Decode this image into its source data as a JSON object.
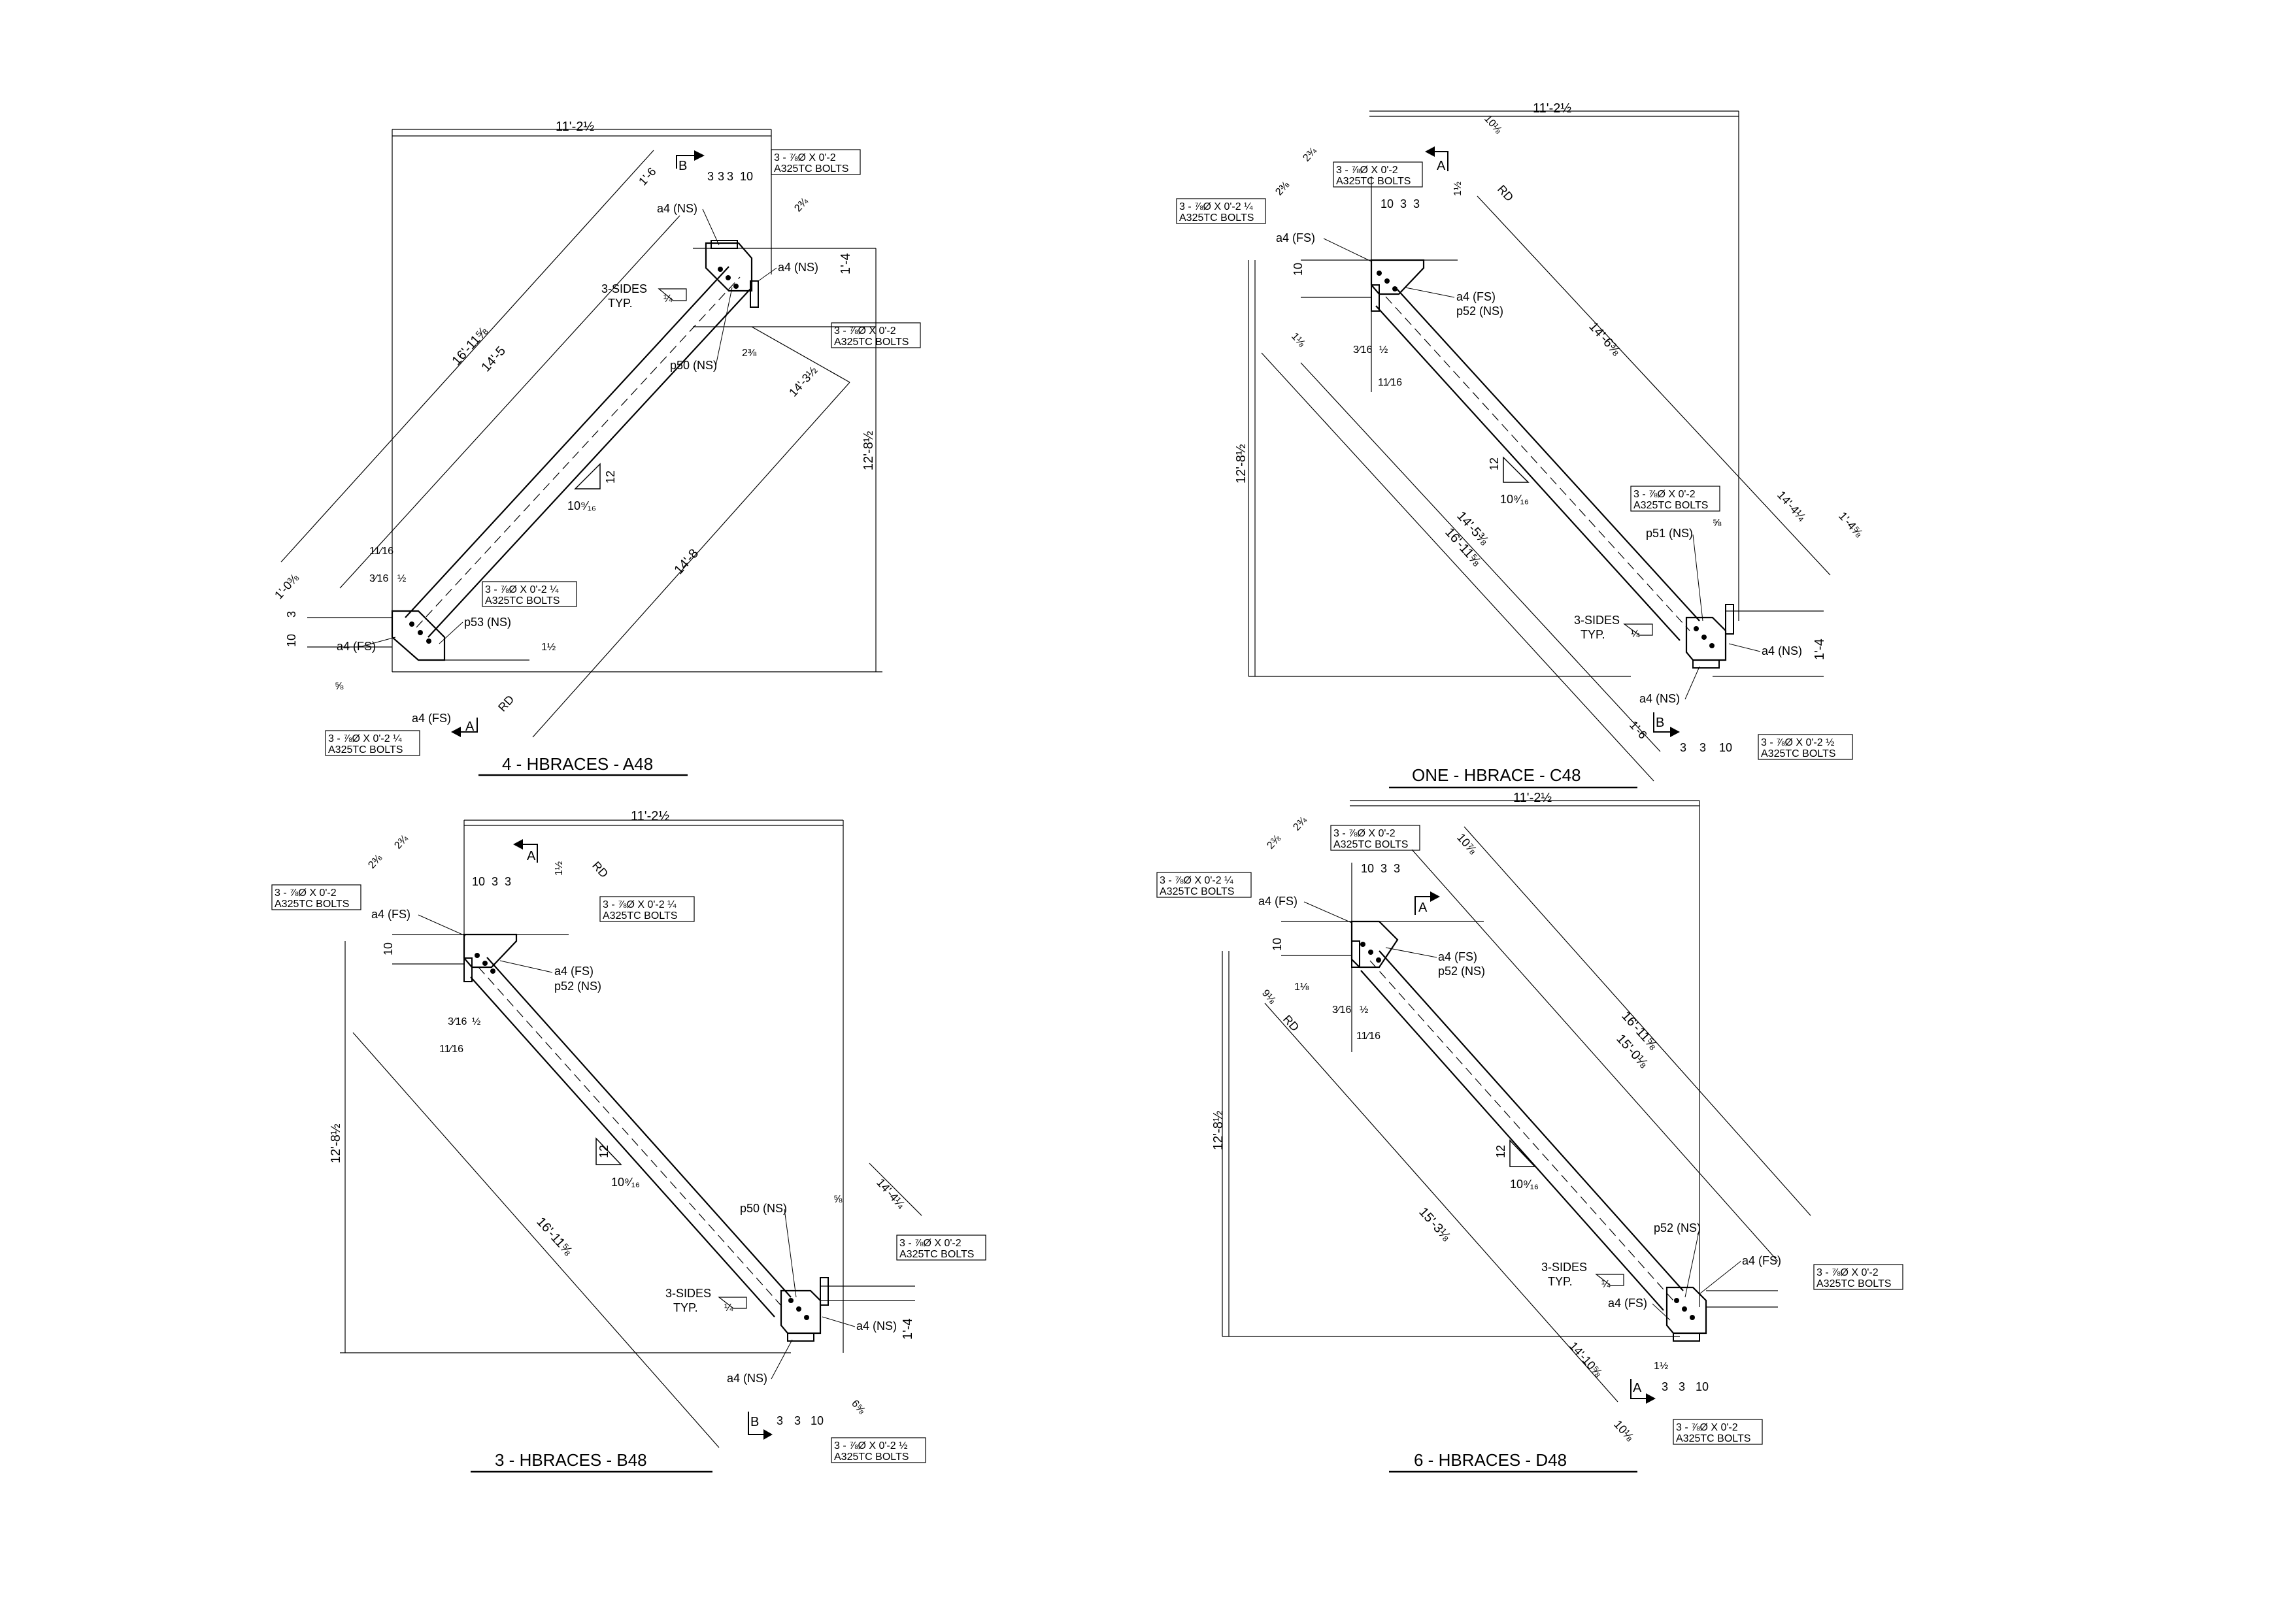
{
  "sheet": {
    "line_color": "#000000",
    "background": "#ffffff"
  },
  "details": [
    {
      "id": "A48",
      "title": "4 - HBRACES - A48",
      "dims": {
        "overall_width": "11'-2½",
        "overall_height": "12'-8½",
        "length_1": "16'-11⅝",
        "length_2": "14'-5",
        "length_3": "14'-8",
        "length_4": "14'-3½",
        "end_1": "1'-6",
        "end_2": "1'-0⅜",
        "slope_rise": "12",
        "slope_run": "10⁹⁄₁₆",
        "hole_spacing": [
          "3",
          "3",
          "3",
          "10"
        ],
        "gusset_height": "1'-4",
        "small": [
          "½",
          "⅝",
          "3⁄16",
          "1½",
          "11⁄16",
          "2⅜",
          "2¾",
          "3",
          "10"
        ]
      },
      "marks": [
        "a4 (NS)",
        "a4 (NS)",
        "a4 (FS)",
        "a4 (FS)",
        "p50 (NS)",
        "p53 (NS)",
        "RD"
      ],
      "weld_note": [
        "3-SIDES",
        "TYP.",
        "¼"
      ],
      "bolts": [
        {
          "line1": "3 - ⅞Ø  X  0'-2",
          "line2": "A325TC BOLTS"
        },
        {
          "line1": "3 - ⅞Ø  X  0'-2",
          "line2": "A325TC BOLTS"
        },
        {
          "line1": "3 - ⅞Ø  X  0'-2 ¼",
          "line2": "A325TC BOLTS"
        },
        {
          "line1": "3 - ⅞Ø  X  0'-2 ¼",
          "line2": "A325TC BOLTS"
        }
      ],
      "section_marks": [
        "B",
        "A"
      ]
    },
    {
      "id": "C48",
      "title": "ONE - HBRACE - C48",
      "dims": {
        "overall_width": "11'-2½",
        "overall_height": "12'-8½",
        "length_1": "16'-11⅝",
        "length_2": "14'-5⅜",
        "length_3": "14'-6⅜",
        "length_4": "14'-4¼",
        "end_1": "1'-6",
        "end_2": "1'-4⅝",
        "slope_rise": "12",
        "slope_run": "10⁹⁄₁₆",
        "hole_spacing": [
          "10",
          "3",
          "3"
        ],
        "gusset_height": "1'-4",
        "small": [
          "10⅛",
          "1½",
          "3⁄16",
          "11⁄16",
          "1⅛",
          "2⅜",
          "2¾",
          "½",
          "⅝"
        ]
      },
      "marks": [
        "a4 (FS)",
        "a4 (FS)",
        "p52 (NS)",
        "p51 (NS)",
        "a4 (NS)",
        "a4 (NS)",
        "RD"
      ],
      "weld_note": [
        "3-SIDES",
        "TYP.",
        "¼"
      ],
      "bolts": [
        {
          "line1": "3 - ⅞Ø  X  0'-2 ¼",
          "line2": "A325TC BOLTS"
        },
        {
          "line1": "3 - ⅞Ø  X  0'-2",
          "line2": "A325TC BOLTS"
        },
        {
          "line1": "3 - ⅞Ø  X  0'-2",
          "line2": "A325TC BOLTS"
        },
        {
          "line1": "3 - ⅞Ø  X  0'-2 ½",
          "line2": "A325TC BOLTS"
        }
      ],
      "section_marks": [
        "A",
        "B"
      ]
    },
    {
      "id": "B48",
      "title": "3 - HBRACES - B48",
      "dims": {
        "overall_width": "11'-2½",
        "overall_height": "12'-8½",
        "length_1": "16'-11⅝",
        "length_2": "14'-4¼",
        "end_1": "1'-4",
        "slope_rise": "12",
        "slope_run": "10⁹⁄₁₆",
        "hole_spacing": [
          "10",
          "3",
          "3"
        ],
        "small": [
          "1½",
          "3⁄16",
          "11⁄16",
          "2⅜",
          "2¾",
          "½",
          "⅝",
          "6⅝"
        ]
      },
      "marks": [
        "a4 (FS)",
        "a4 (FS)",
        "p52 (NS)",
        "p50 (NS)",
        "a4 (NS)",
        "a4 (NS)",
        "RD"
      ],
      "weld_note": [
        "3-SIDES",
        "TYP.",
        "¼"
      ],
      "bolts": [
        {
          "line1": "3 - ⅞Ø  X  0'-2",
          "line2": "A325TC BOLTS"
        },
        {
          "line1": "3 - ⅞Ø  X  0'-2 ¼",
          "line2": "A325TC BOLTS"
        },
        {
          "line1": "3 - ⅞Ø  X  0'-2",
          "line2": "A325TC BOLTS"
        },
        {
          "line1": "3 - ⅞Ø  X  0'-2 ½",
          "line2": "A325TC BOLTS"
        }
      ],
      "section_marks": [
        "A",
        "B"
      ]
    },
    {
      "id": "D48",
      "title": "6 - HBRACES - D48",
      "dims": {
        "overall_width": "11'-2½",
        "overall_height": "12'-8½",
        "length_1": "16'-11⅝",
        "length_2": "15'-0⅛",
        "length_3": "15'-3⅛",
        "length_4": "14'-10⅝",
        "end_1": "10⅞",
        "end_2": "10⅛",
        "slope_rise": "12",
        "slope_run": "10⁹⁄₁₆",
        "hole_spacing": [
          "10",
          "3",
          "3"
        ],
        "small": [
          "1⅛",
          "1½",
          "3⁄16",
          "11⁄16",
          "2⅜",
          "2¾",
          "½",
          "9⅛"
        ]
      },
      "marks": [
        "a4 (FS)",
        "a4 (FS)",
        "p52 (NS)",
        "p52 (NS)",
        "a4 (FS)",
        "a4 (FS)",
        "RD"
      ],
      "weld_note": [
        "3-SIDES",
        "TYP.",
        "¼"
      ],
      "bolts": [
        {
          "line1": "3 - ⅞Ø  X  0'-2",
          "line2": "A325TC BOLTS"
        },
        {
          "line1": "3 - ⅞Ø  X  0'-2 ¼",
          "line2": "A325TC BOLTS"
        },
        {
          "line1": "3 - ⅞Ø  X  0'-2",
          "line2": "A325TC BOLTS"
        },
        {
          "line1": "3 - ⅞Ø  X  0'-2",
          "line2": "A325TC BOLTS"
        }
      ],
      "section_marks": [
        "A",
        "A"
      ]
    }
  ]
}
